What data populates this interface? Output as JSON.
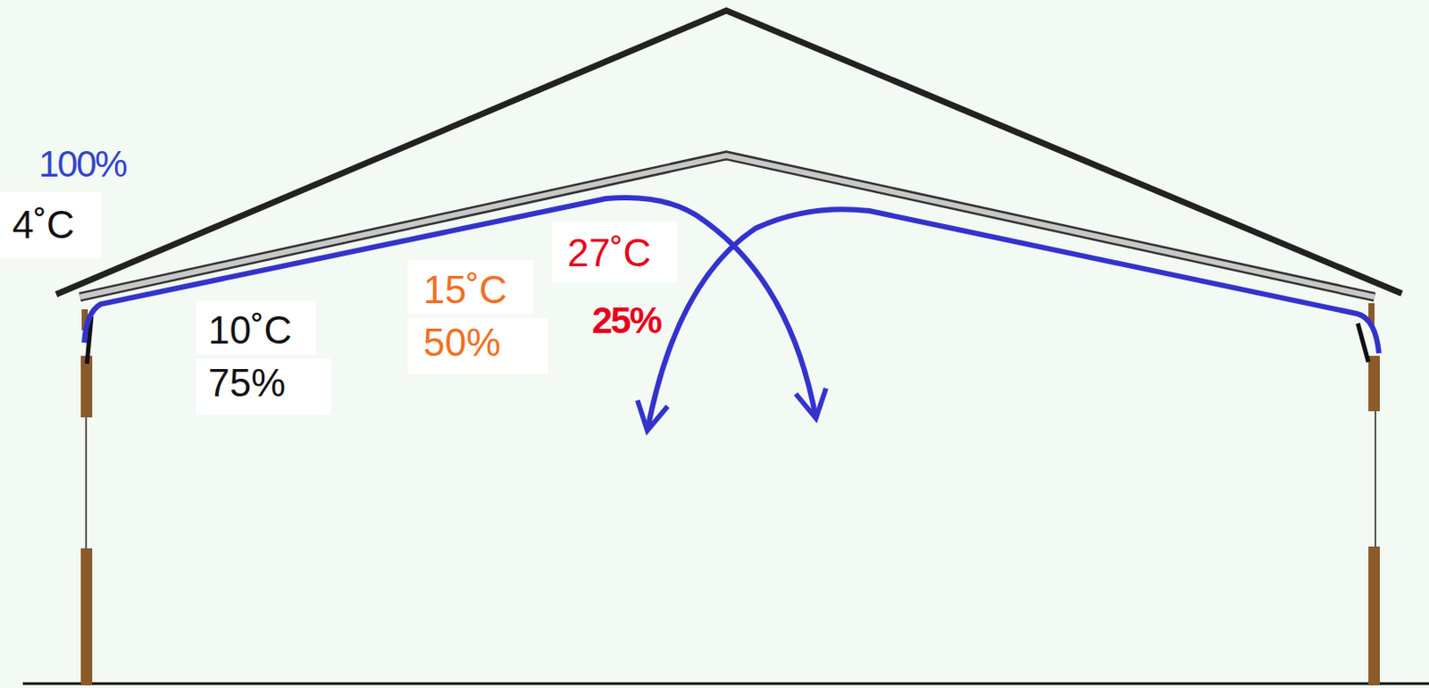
{
  "diagram": {
    "labels": [
      "100%",
      "4˚C",
      "10˚C",
      "75%",
      "15˚C",
      "50%",
      "27˚C",
      "25%"
    ]
  }
}
